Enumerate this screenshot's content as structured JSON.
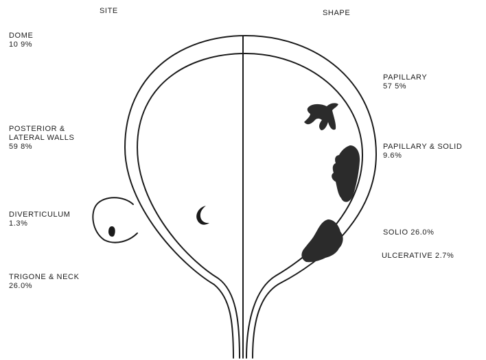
{
  "headings": {
    "site": "SITE",
    "shape": "SHAPE"
  },
  "site_labels": {
    "dome": {
      "name": "DOME",
      "value": "10 9%"
    },
    "posterior": {
      "line1": "POSTERIOR &",
      "line2": "LATERAL WALLS",
      "value": "59 8%"
    },
    "diverticulum": {
      "name": "DIVERTICULUM",
      "value": "1.3%"
    },
    "trigone": {
      "name": "TRIGONE & NECK",
      "value": "26.0%"
    }
  },
  "shape_labels": {
    "papillary": {
      "name": "PAPILLARY",
      "value": "57 5%"
    },
    "papillary_solid": {
      "name": "PAPILLARY & SOLID",
      "value": "9.6%"
    },
    "solid": {
      "text": "SOLIO 26.0%"
    },
    "ulcerative": {
      "text": "ULCERATIVE 2.7%"
    }
  },
  "colors": {
    "ink": "#1a1a1a",
    "lesion": "#2b2b2b",
    "background": "#ffffff"
  }
}
